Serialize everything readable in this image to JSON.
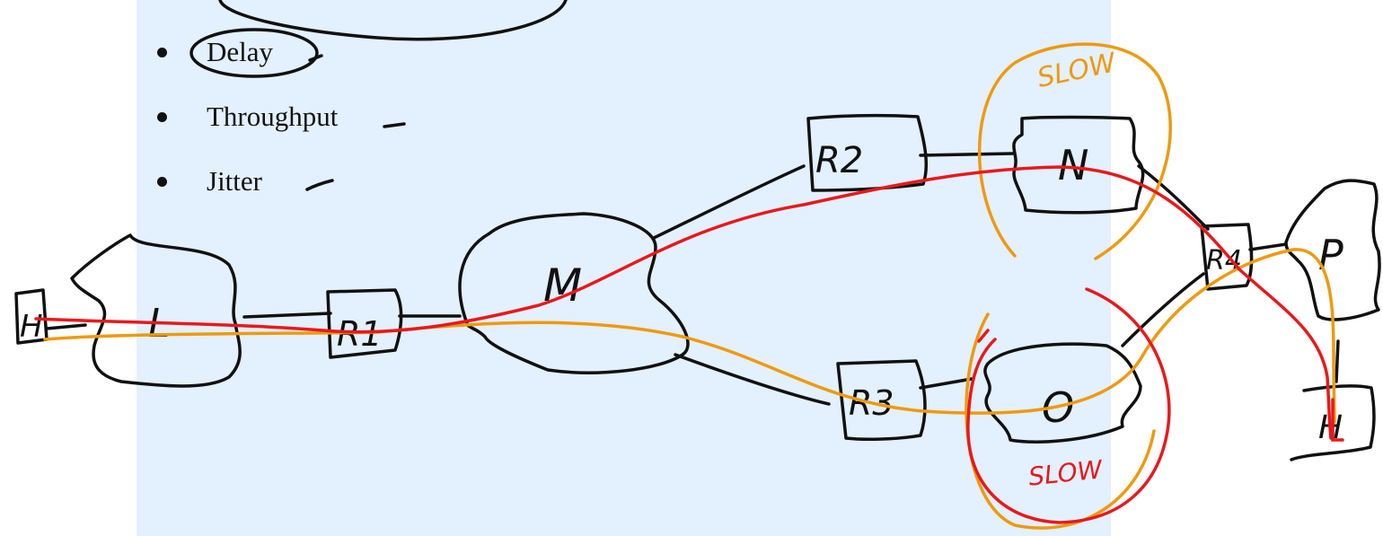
{
  "bullets": [
    "Delay",
    "Throughput",
    "Jitter"
  ],
  "nodes": {
    "h_left": "H",
    "net_l": "L",
    "r1": "R1",
    "net_m": "M",
    "r2": "R2",
    "net_n": "N",
    "r3": "R3",
    "net_o": "O",
    "r4": "R4",
    "net_p": "P",
    "h_right": "H"
  },
  "annotations": {
    "slow_top": "SLOW",
    "slow_bottom": "SLOW"
  },
  "colors": {
    "slide_background": "#e3f0fd",
    "ink_black": "#111111",
    "ink_red": "#e8191c",
    "ink_orange": "#ee9a10"
  }
}
